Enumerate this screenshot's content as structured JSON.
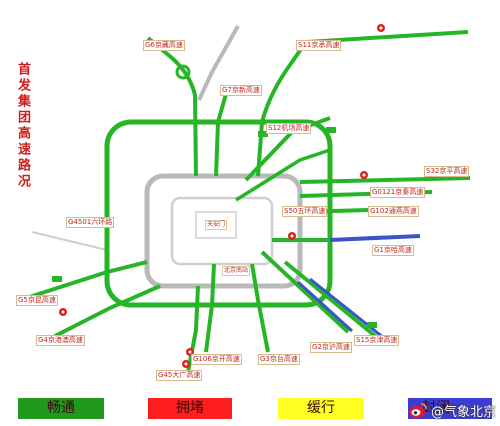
{
  "title": "首发集团高速路况",
  "road_labels": {
    "g6": "G6京藏高速",
    "s11": "S11京承高速",
    "g7": "G7京新高速",
    "s12": "S12机场高速",
    "s32": "S32京平高速",
    "g0121": "G0121京秦高速",
    "g102": "G102通燕高速",
    "s50": "S50五环高速",
    "g1": "G1京哈高速",
    "g4501": "G4501六环路",
    "g5": "G5京昆高速",
    "g4": "G4京港澳高速",
    "g45": "G45大广高速",
    "g106": "G106京开高速",
    "g3": "G3京台高速",
    "g2": "G2京沪高速",
    "s15": "S15京津高速"
  },
  "place_labels": {
    "center": "天安门",
    "south_station": "北京南站"
  },
  "legend": [
    {
      "label": "畅通",
      "color": "#1f9a1f"
    },
    {
      "label": "拥堵",
      "color": "#ff1f1f"
    },
    {
      "label": "缓行",
      "color": "#ffff22"
    },
    {
      "label": "封闭",
      "color": "#3c3cd2"
    }
  ],
  "watermark": "@气象北京",
  "colors": {
    "smooth": "#26b526",
    "closed": "#3a55c8",
    "urban_ring": "#b9b9b9",
    "inner_ring": "#cfcfcf",
    "marker": "#e02020",
    "title": "#d01c1c"
  }
}
